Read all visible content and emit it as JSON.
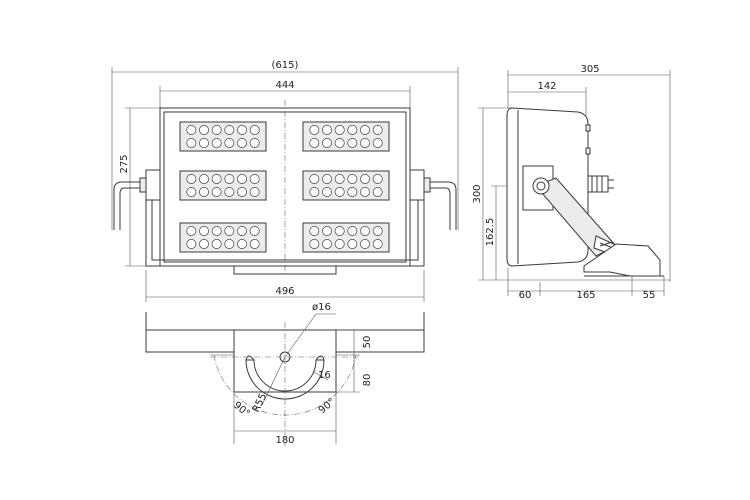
{
  "dimensions": {
    "overall_width": "(615)",
    "housing_width": "444",
    "housing_height": "275",
    "bracket_width": "496",
    "side_depth": "305",
    "side_front": "142",
    "side_height": "300",
    "pivot_height": "162.5",
    "base_front": "60",
    "base_mid": "165",
    "base_tail": "55",
    "hole_diameter": "ø16",
    "slot_width": "16",
    "slot_radius": "R55",
    "angle_left": "90°",
    "angle_right": "90°",
    "plate_top": "50",
    "plate_bottom": "80",
    "plate_width": "180"
  },
  "led_modules": {
    "rows": 3,
    "per_side": 2,
    "leds_per_row": 6,
    "leds_per_column": 2
  }
}
